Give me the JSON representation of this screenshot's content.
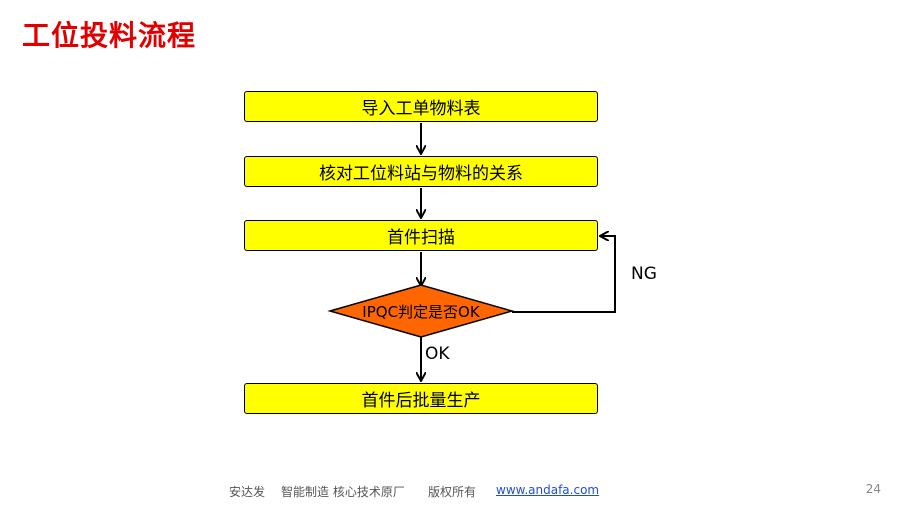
{
  "title": "工位投料流程",
  "steps": {
    "import": "导入工单物料表",
    "verify": "核对工位料站与物料的关系",
    "scan": "首件扫描",
    "decision": "IPQC判定是否OK",
    "produce": "首件后批量生产"
  },
  "edges": {
    "ng": "NG",
    "ok": "OK"
  },
  "colors": {
    "box_fill": "#ffff00",
    "decision_fill": "#ff6600",
    "title": "#e00000"
  },
  "footer": {
    "company": "安达发",
    "slogan": "智能制造 核心技术原厂",
    "rights": "版权所有",
    "website": "www.andafa.com",
    "page_number": "24"
  }
}
